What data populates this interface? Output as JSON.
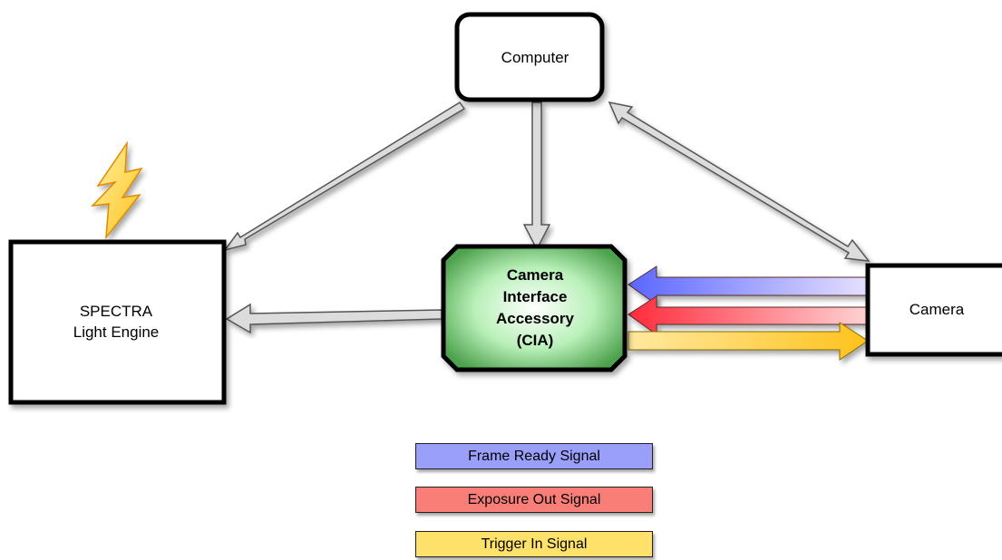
{
  "nodes": {
    "computer": {
      "label": "Computer"
    },
    "spectra": {
      "line1": "SPECTRA",
      "line2": "Light Engine"
    },
    "cia": {
      "line1": "Camera",
      "line2": "Interface",
      "line3": "Accessory",
      "line4": "(CIA)"
    },
    "camera": {
      "label": "Camera"
    }
  },
  "legend": [
    {
      "label": "Frame Ready Signal",
      "color": "#9aa0fa"
    },
    {
      "label": "Exposure Out Signal",
      "color": "#fa7e78"
    },
    {
      "label": "Trigger In Signal",
      "color": "#fde16a"
    }
  ],
  "colors": {
    "frame_ready": "#7f88fb",
    "exposure_out": "#ff3848",
    "trigger_in": "#ffd43a",
    "cia_fill": "#8fe38f",
    "bolt": "#ffd02c"
  },
  "icons": {
    "power": "lightning-bolt-icon"
  }
}
